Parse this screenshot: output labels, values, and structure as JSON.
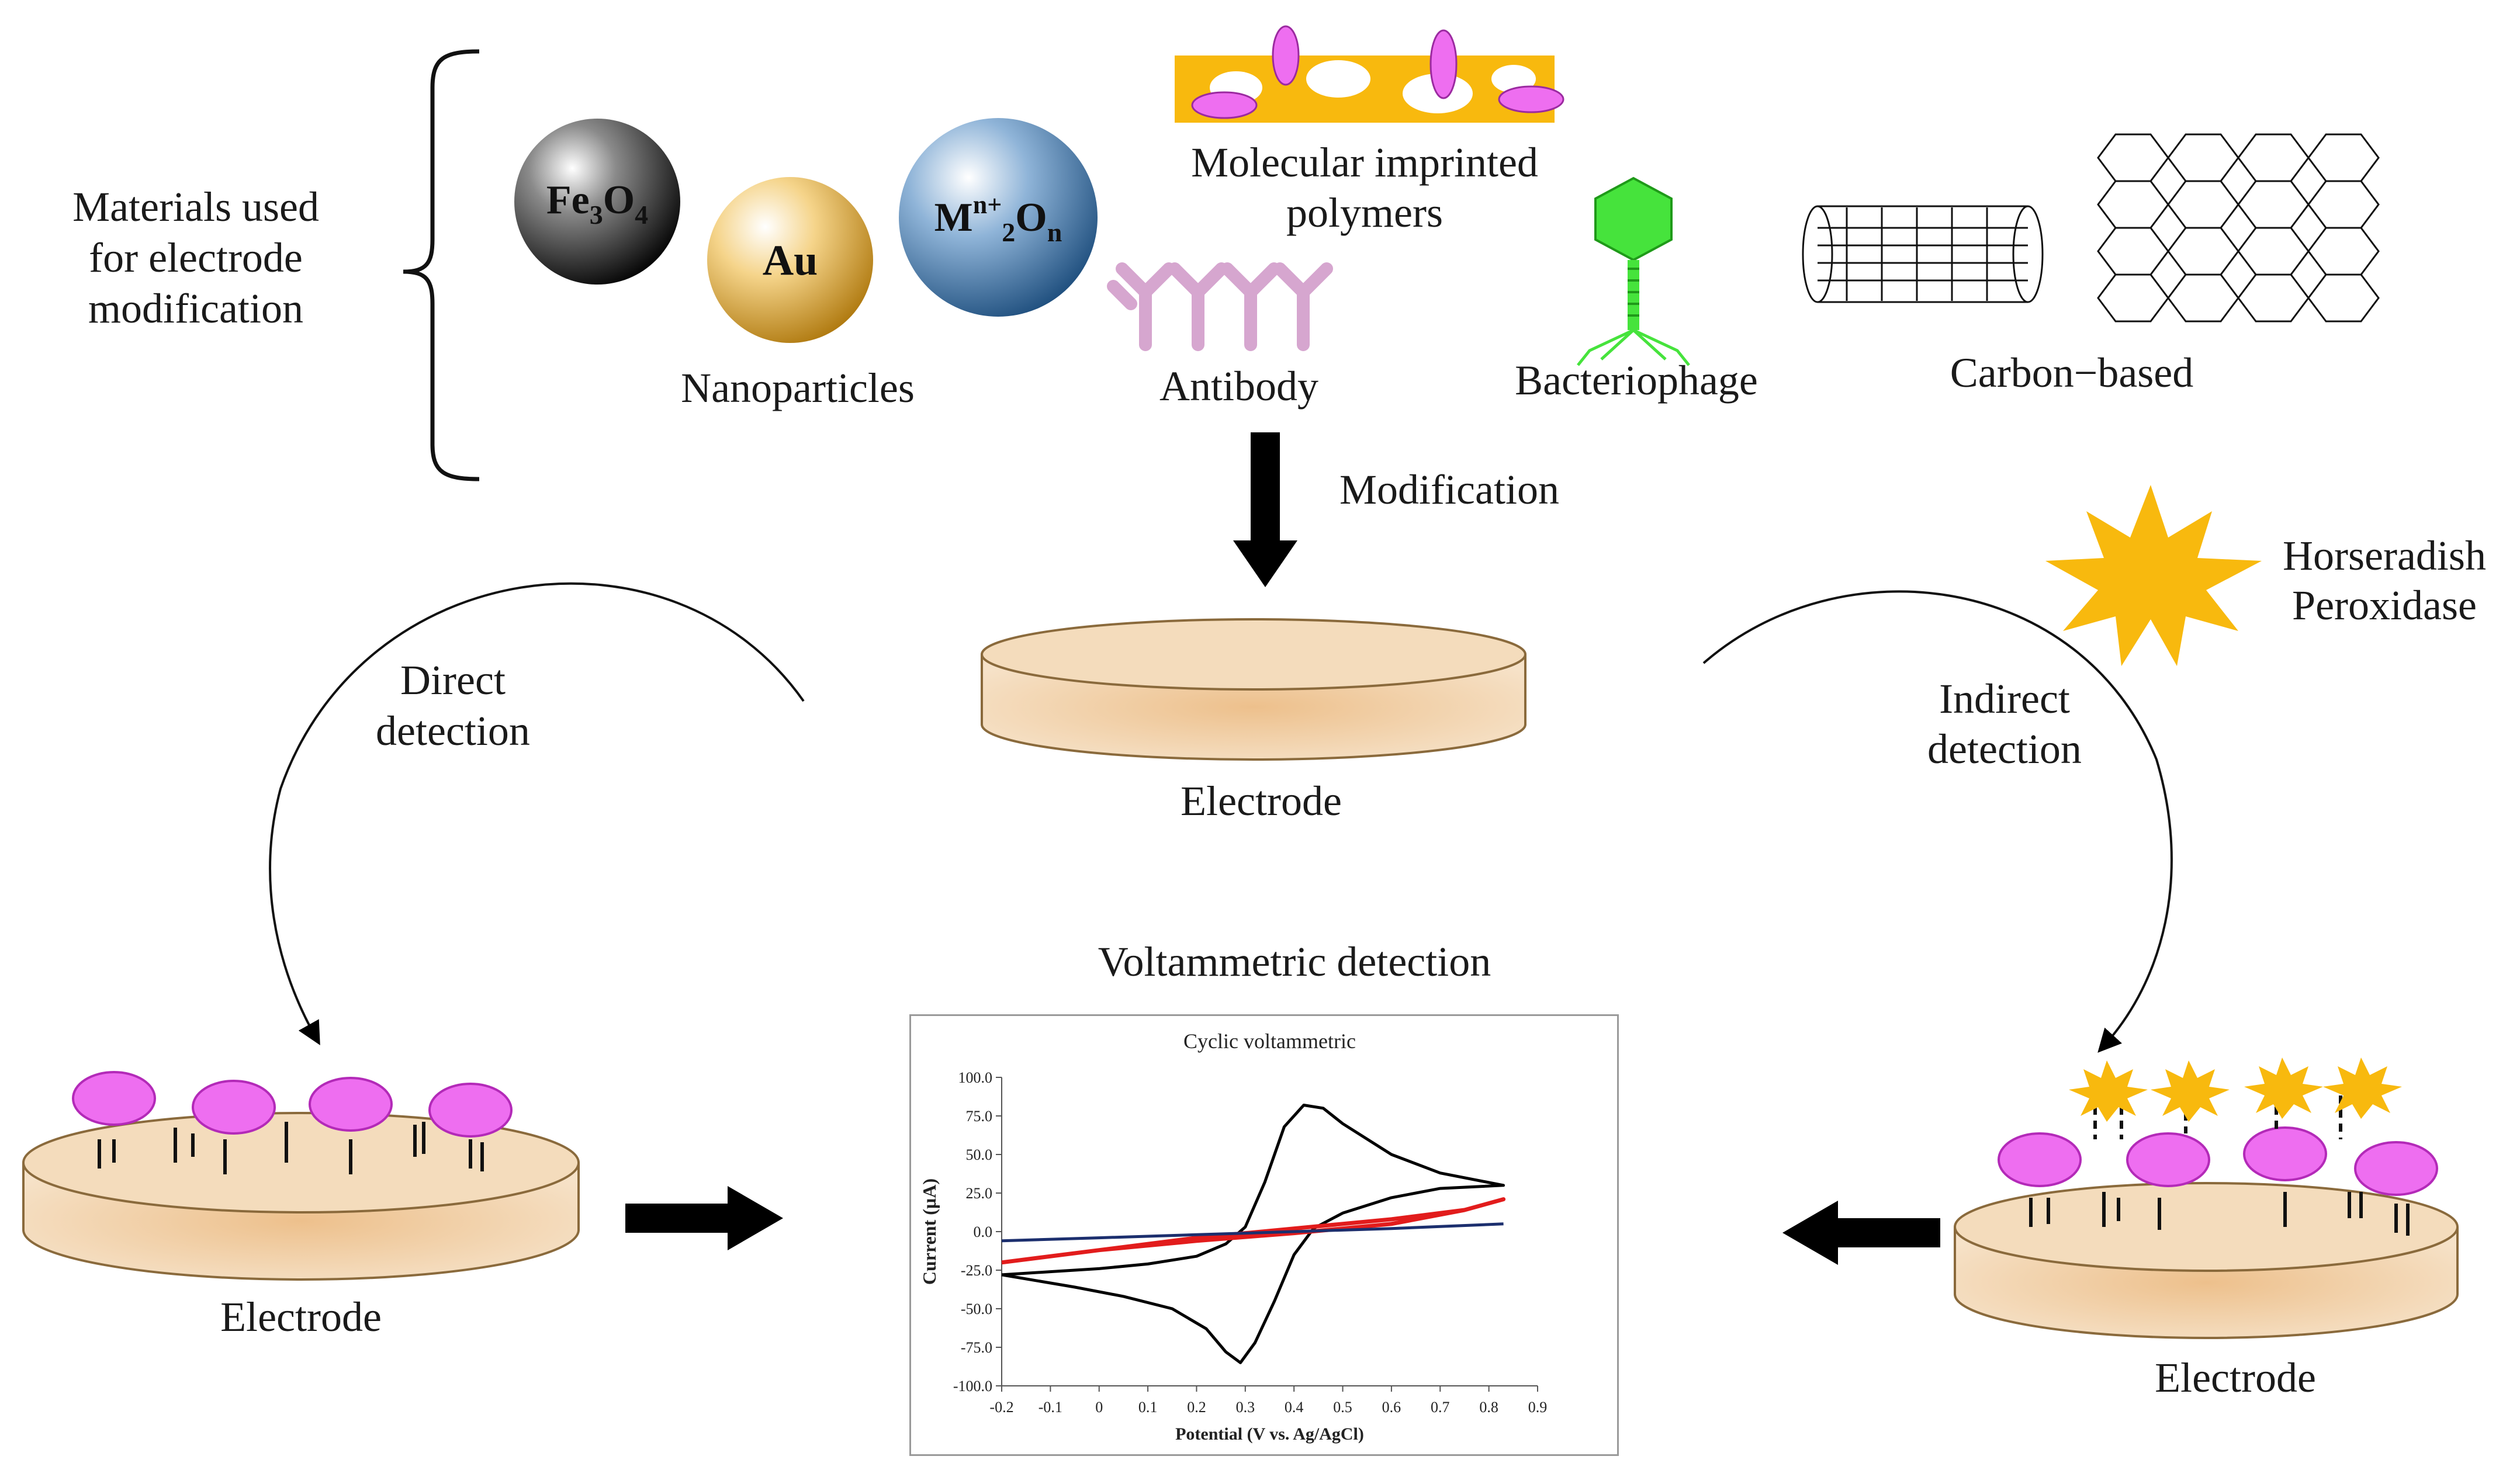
{
  "materials": {
    "heading_line1": "Materials used",
    "heading_line2": "for electrode",
    "heading_line3": "modification",
    "nanoparticles_label": "Nanoparticles",
    "particles": [
      {
        "base": "Fe",
        "sub1": "3",
        "mid": "O",
        "sub2": "4"
      },
      {
        "base": "Au"
      },
      {
        "base": "M",
        "sup": "n+",
        "sub1": "2",
        "mid": "O",
        "sub2": "n"
      }
    ],
    "mip_line1": "Molecular imprinted",
    "mip_line2": "polymers",
    "antibody": "Antibody",
    "bacteriophage": "Bacteriophage",
    "carbon": "Carbon−based"
  },
  "steps": {
    "modification": "Modification",
    "direct_line1": "Direct",
    "direct_line2": "detection",
    "indirect_line1": "Indirect",
    "indirect_line2": "detection",
    "hrp_line1": "Horseradish",
    "hrp_line2": "Peroxidase",
    "electrode_top": "Electrode",
    "electrode_left": "Electrode",
    "electrode_right": "Electrode",
    "voltammetric": "Voltammetric detection"
  },
  "colors": {
    "electrode_fill": "#f2d3ae",
    "electrode_edge": "#8a6a3c",
    "bacteria": "#ee6ef0",
    "enzyme": "#f8b90e",
    "phage": "#46e33c",
    "antibody": "#d6a6cf",
    "mip": "#f8b90e",
    "arrow": "#000000",
    "cv_black": "#000000",
    "cv_red": "#e21c1c",
    "cv_blue": "#1c2f6e"
  },
  "chart_data": {
    "type": "line",
    "title": "Cyclic voltammetric",
    "xlabel": "Potential (V vs. Ag/AgCl)",
    "ylabel": "Current (µA)",
    "xlim": [
      -0.2,
      0.9
    ],
    "ylim": [
      -100,
      100
    ],
    "x_ticks": [
      "-0.2",
      "-0.1",
      "0",
      "0.1",
      "0.2",
      "0.3",
      "0.4",
      "0.5",
      "0.6",
      "0.7",
      "0.8",
      "0.9"
    ],
    "y_ticks": [
      "-100.0",
      "-75.0",
      "-50.0",
      "-25.0",
      "0.0",
      "25.0",
      "50.0",
      "75.0",
      "100.0"
    ],
    "grid": false,
    "series": [
      {
        "color": "#000000",
        "x": [
          -0.2,
          -0.1,
          0.0,
          0.1,
          0.2,
          0.26,
          0.3,
          0.34,
          0.38,
          0.42,
          0.46,
          0.5,
          0.6,
          0.7,
          0.83,
          0.7,
          0.6,
          0.5,
          0.44,
          0.4,
          0.36,
          0.32,
          0.29,
          0.26,
          0.22,
          0.15,
          0.05,
          -0.05,
          -0.2
        ],
        "y": [
          -28,
          -26,
          -24,
          -21,
          -16,
          -8,
          3,
          32,
          68,
          82,
          80,
          70,
          50,
          38,
          30,
          28,
          22,
          12,
          2,
          -15,
          -45,
          -72,
          -85,
          -78,
          -63,
          -50,
          -42,
          -36,
          -28
        ]
      },
      {
        "color": "#e21c1c",
        "x": [
          -0.2,
          0.0,
          0.2,
          0.4,
          0.6,
          0.75,
          0.83,
          0.75,
          0.6,
          0.4,
          0.2,
          0.0,
          -0.2
        ],
        "y": [
          -20,
          -12,
          -4,
          2,
          8,
          14,
          21,
          14,
          5,
          -1,
          -6,
          -12,
          -20
        ]
      },
      {
        "color": "#1c2f6e",
        "x": [
          -0.2,
          0.0,
          0.2,
          0.4,
          0.6,
          0.83
        ],
        "y": [
          -6,
          -4,
          -2,
          0,
          2,
          5
        ]
      }
    ]
  }
}
